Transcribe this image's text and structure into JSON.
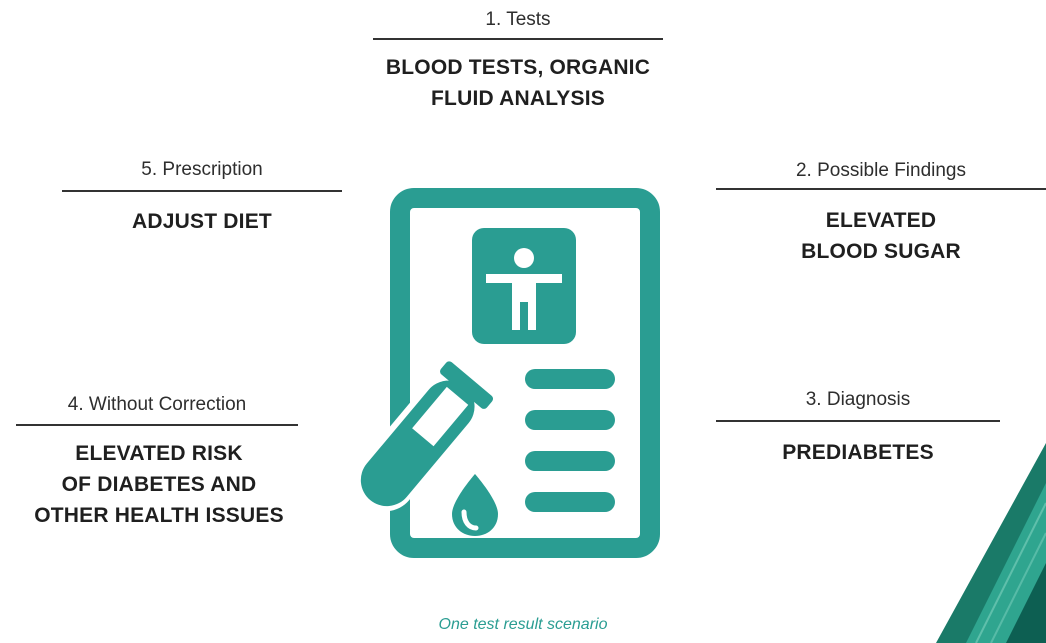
{
  "steps": [
    {
      "label": "1. Tests",
      "detail": "BLOOD TESTS, ORGANIC\nFLUID ANALYSIS"
    },
    {
      "label": "2. Possible Findings",
      "detail": "ELEVATED\nBLOOD SUGAR"
    },
    {
      "label": "3. Diagnosis",
      "detail": "PREDIABETES"
    },
    {
      "label": "4. Without Correction",
      "detail": "ELEVATED RISK\nOF DIABETES AND\nOTHER HEALTH ISSUES"
    },
    {
      "label": "5. Prescription",
      "detail": "ADJUST DIET"
    }
  ],
  "caption": "One test result scenario",
  "colors": {
    "accent": "#2a9d92",
    "text": "#1f1f1f",
    "corner_dark": "#0d5f52",
    "corner_light": "#2fa58f"
  },
  "icons": {
    "main": "medical-report-icon",
    "figure": "person-icon",
    "tube": "test-tube-icon",
    "drop": "blood-drop-icon"
  }
}
